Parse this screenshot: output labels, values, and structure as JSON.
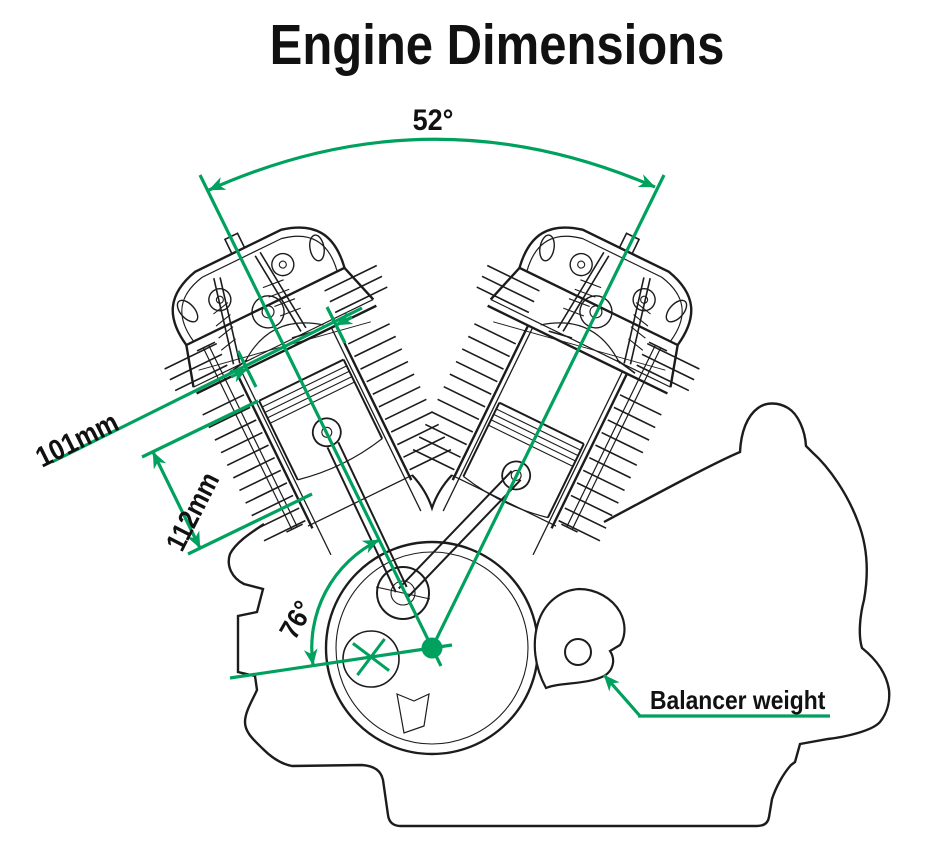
{
  "title": "Engine Dimensions",
  "figure": {
    "annotations": {
      "v_angle": "52°",
      "bore": "101mm",
      "stroke": "112mm",
      "balancer_angle": "76°",
      "balancer_label": "Balancer weight"
    },
    "colors": {
      "annotation_green": "#00a15e",
      "linework_black": "#1c1c1c",
      "background": "#ffffff"
    }
  }
}
